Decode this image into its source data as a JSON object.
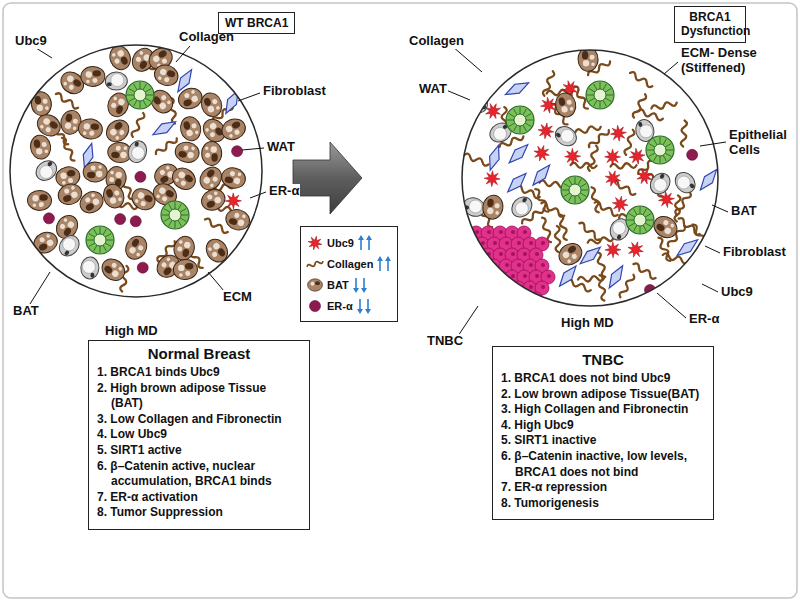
{
  "diagram": {
    "nodes": [
      {
        "text": [
          "WT BRCA1"
        ]
      },
      {
        "text": [
          "BRCA1 Dysfunction"
        ]
      },
      {
        "text": [
          "Normal Breast",
          "1. BRCA1 binds Ubc9",
          "2. High brown adipose Tissue (BAT)",
          "3. Low Collagen and Fibronectin",
          "4. Low Ubc9",
          "5. SIRT1 active",
          "6. β–Catenin active, nuclear accumulation, BRCA1 binds",
          "7. ER-α activation",
          "8. Tumor Suppression"
        ]
      },
      {
        "text": [
          "TNBC",
          "1. BRCA1 does not bind Ubc9",
          "2. Low brown adipose Tissue(BAT)",
          "3. High Collagen and Fibronectin",
          "4. High Ubc9",
          "5. SIRT1 inactive",
          "6. β–Catenin inactive, low levels, BRCA1 does not bind",
          "7. ER-α repression",
          "8. Tumorigenesis"
        ]
      }
    ],
    "labels": [
      "Ubc9",
      "Collagen",
      "Fibroblast",
      "WAT",
      "ER-α",
      "BAT",
      "ECM",
      "High MD",
      "Collagen",
      "ECM- Dense (Stiffened)",
      "WAT",
      "Epithelial Cells",
      "BAT",
      "Fibroblast",
      "Ubc9",
      "ER-α",
      "TNBC",
      "High MD"
    ],
    "legend": [
      {
        "text": "Ubc9"
      },
      {
        "text": "Collagen"
      },
      {
        "text": "BAT"
      },
      {
        "text": "ER-α"
      }
    ]
  }
}
